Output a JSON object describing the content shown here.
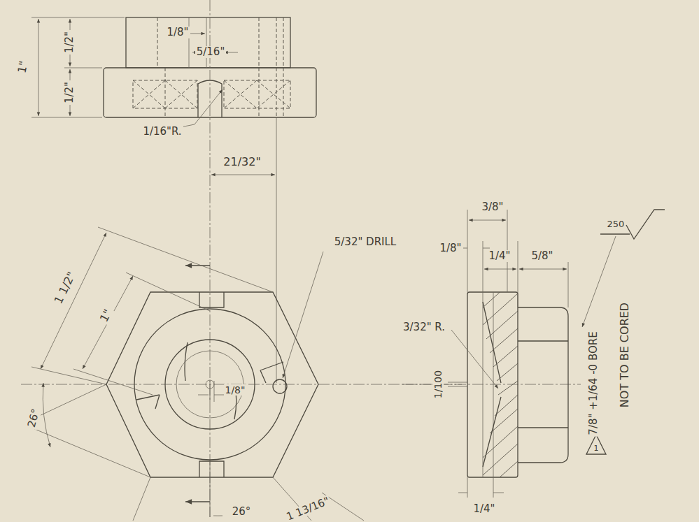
{
  "diagram": {
    "labels": [
      "1\"",
      "1/2\"",
      "1/2\"",
      "1/8\"",
      "5/16\"",
      "1/16\"R.",
      "21/32\"",
      "5/32\" DRILL",
      "1 1/2\"",
      "1\"",
      "26°",
      "1/8\"",
      "26°",
      "1 13/16\"",
      "3/8\"",
      "1/8\"",
      "1/4\"",
      "5/8\"",
      "3/32\" R.",
      "1/100",
      "1/4\"",
      "250",
      "7/8\" +1/64 -0 BORE",
      "NOT TO BE CORED",
      "1"
    ]
  }
}
